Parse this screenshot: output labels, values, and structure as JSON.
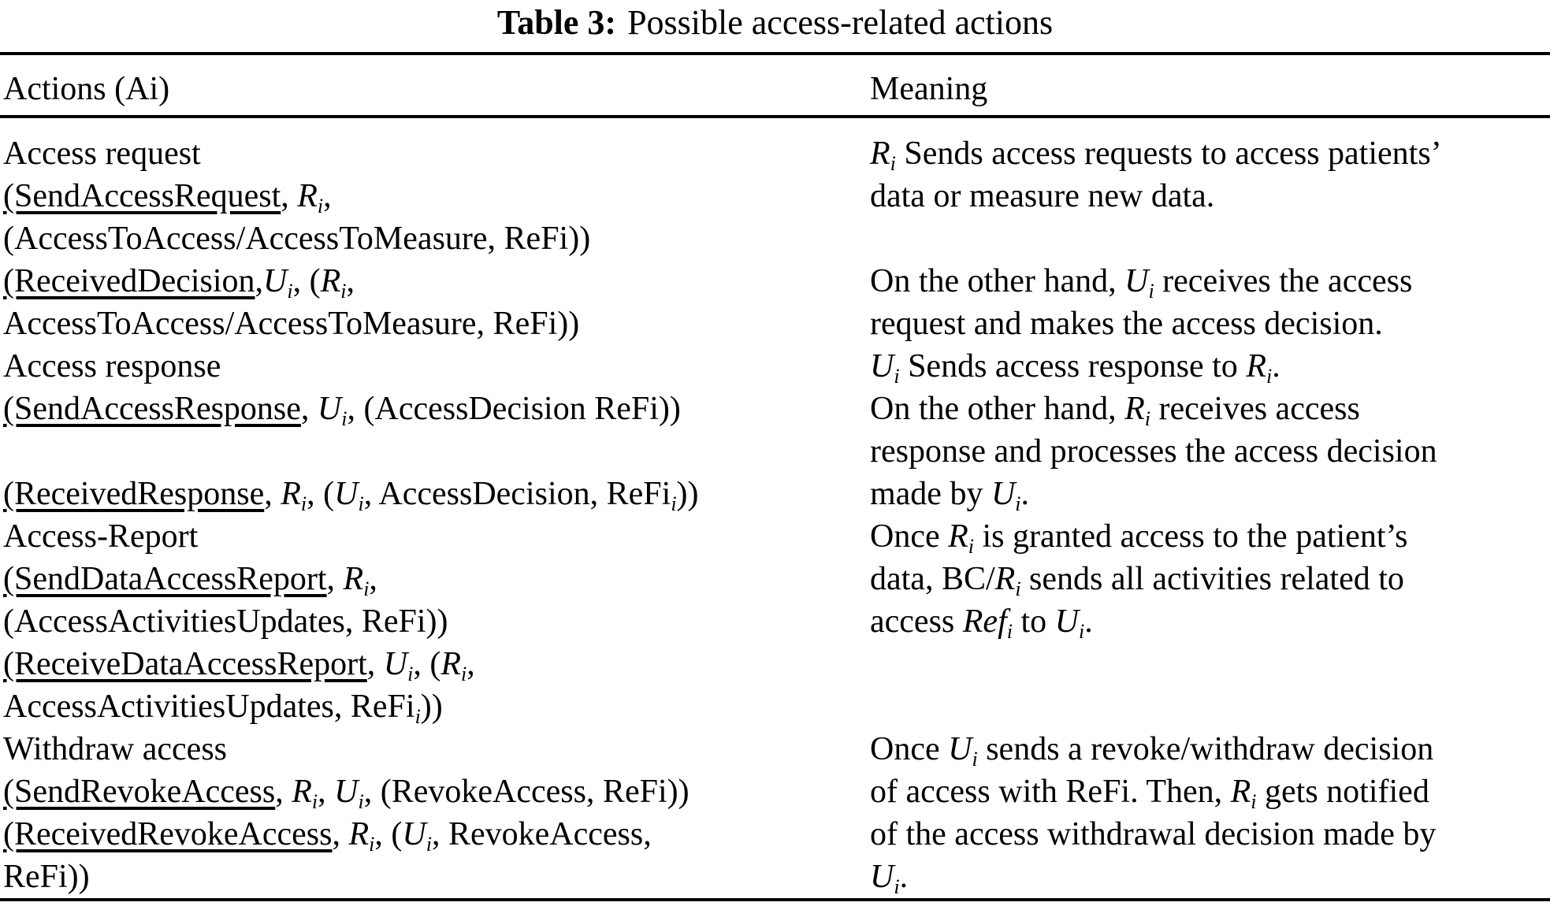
{
  "page": {
    "background": "#ffffff",
    "text_color": "#000000",
    "rule_color": "#000000"
  },
  "caption": {
    "label": "Table 3:",
    "text": "Possible access-related actions"
  },
  "columns": {
    "actions": "Actions (Ai)",
    "meaning": "Meaning"
  },
  "rows": [
    {
      "left": [
        {
          "t": "Access request"
        }
      ],
      "right": [
        {
          "t": "R",
          "i": true
        },
        {
          "t": "i",
          "sub": true
        },
        {
          "t": " Sends access requests to access patients’"
        }
      ]
    },
    {
      "left": [
        {
          "t": "(SendAccessRequest",
          "u": true
        },
        {
          "t": ", "
        },
        {
          "t": "R",
          "i": true
        },
        {
          "t": "i",
          "sub": true
        },
        {
          "t": ","
        }
      ],
      "right": [
        {
          "t": "data or measure new data."
        }
      ]
    },
    {
      "left": [
        {
          "t": "(AccessToAccess/AccessToMeasure, ReFi))"
        }
      ],
      "right": []
    },
    {
      "left": [
        {
          "t": "(ReceivedDecision",
          "u": true
        },
        {
          "t": ","
        },
        {
          "t": "U",
          "i": true
        },
        {
          "t": "i",
          "sub": true
        },
        {
          "t": ", ("
        },
        {
          "t": "R",
          "i": true
        },
        {
          "t": "i",
          "sub": true
        },
        {
          "t": ","
        }
      ],
      "right": [
        {
          "t": "On the other hand, "
        },
        {
          "t": "U",
          "i": true
        },
        {
          "t": "i",
          "sub": true
        },
        {
          "t": " receives the access"
        }
      ]
    },
    {
      "left": [
        {
          "t": "AccessToAccess/AccessToMeasure, ReFi))"
        }
      ],
      "right": [
        {
          "t": "request and makes the access decision."
        }
      ]
    },
    {
      "left": [
        {
          "t": "Access response"
        }
      ],
      "right": [
        {
          "t": "U",
          "i": true
        },
        {
          "t": "i",
          "sub": true
        },
        {
          "t": " Sends access response to "
        },
        {
          "t": "R",
          "i": true
        },
        {
          "t": "i",
          "sub": true
        },
        {
          "t": "."
        }
      ]
    },
    {
      "left": [
        {
          "t": "(SendAccessResponse",
          "u": true
        },
        {
          "t": ", "
        },
        {
          "t": "U",
          "i": true
        },
        {
          "t": "i",
          "sub": true
        },
        {
          "t": ", (AccessDecision ReFi))"
        }
      ],
      "right": [
        {
          "t": "On the other hand, "
        },
        {
          "t": "R",
          "i": true
        },
        {
          "t": "i",
          "sub": true
        },
        {
          "t": " receives access"
        }
      ]
    },
    {
      "left": [],
      "right": [
        {
          "t": "response and processes the access decision"
        }
      ]
    },
    {
      "left": [
        {
          "t": "(ReceivedResponse",
          "u": true
        },
        {
          "t": ", "
        },
        {
          "t": "R",
          "i": true
        },
        {
          "t": "i",
          "sub": true
        },
        {
          "t": ", ("
        },
        {
          "t": "U",
          "i": true
        },
        {
          "t": "i",
          "sub": true
        },
        {
          "t": ", AccessDecision, ReFi"
        },
        {
          "t": "i",
          "sub": true
        },
        {
          "t": "))"
        }
      ],
      "right": [
        {
          "t": "made by "
        },
        {
          "t": "U",
          "i": true
        },
        {
          "t": "i",
          "sub": true
        },
        {
          "t": "."
        }
      ]
    },
    {
      "left": [
        {
          "t": "Access-Report"
        }
      ],
      "right": [
        {
          "t": "Once "
        },
        {
          "t": "R",
          "i": true
        },
        {
          "t": "i",
          "sub": true
        },
        {
          "t": " is granted access to the patient’s"
        }
      ]
    },
    {
      "left": [
        {
          "t": "(SendDataAccessReport",
          "u": true
        },
        {
          "t": ", "
        },
        {
          "t": "R",
          "i": true
        },
        {
          "t": "i",
          "sub": true
        },
        {
          "t": ","
        }
      ],
      "right": [
        {
          "t": "data, BC/"
        },
        {
          "t": "R",
          "i": true
        },
        {
          "t": "i",
          "sub": true
        },
        {
          "t": " sends all activities related to"
        }
      ]
    },
    {
      "left": [
        {
          "t": "(AccessActivitiesUpdates, ReFi))"
        }
      ],
      "right": [
        {
          "t": "access "
        },
        {
          "t": "Ref",
          "i": true
        },
        {
          "t": "i",
          "sub": true
        },
        {
          "t": " to "
        },
        {
          "t": "U",
          "i": true
        },
        {
          "t": "i",
          "sub": true
        },
        {
          "t": "."
        }
      ]
    },
    {
      "left": [
        {
          "t": "(ReceiveDataAccessReport",
          "u": true
        },
        {
          "t": ", "
        },
        {
          "t": "U",
          "i": true
        },
        {
          "t": "i",
          "sub": true
        },
        {
          "t": ", ("
        },
        {
          "t": "R",
          "i": true
        },
        {
          "t": "i",
          "sub": true
        },
        {
          "t": ","
        }
      ],
      "right": []
    },
    {
      "left": [
        {
          "t": "AccessActivitiesUpdates, ReFi"
        },
        {
          "t": "i",
          "sub": true
        },
        {
          "t": "))"
        }
      ],
      "right": []
    },
    {
      "left": [
        {
          "t": "Withdraw access"
        }
      ],
      "right": [
        {
          "t": "Once "
        },
        {
          "t": "U",
          "i": true
        },
        {
          "t": "i",
          "sub": true
        },
        {
          "t": " sends a revoke/withdraw decision"
        }
      ]
    },
    {
      "left": [
        {
          "t": "(SendRevokeAccess",
          "u": true
        },
        {
          "t": ", "
        },
        {
          "t": "R",
          "i": true
        },
        {
          "t": "i",
          "sub": true
        },
        {
          "t": ", "
        },
        {
          "t": "U",
          "i": true
        },
        {
          "t": "i",
          "sub": true
        },
        {
          "t": ", (RevokeAccess, ReFi))"
        }
      ],
      "right": [
        {
          "t": "of access with ReFi. Then, "
        },
        {
          "t": "R",
          "i": true
        },
        {
          "t": "i",
          "sub": true
        },
        {
          "t": " gets notified"
        }
      ]
    },
    {
      "left": [
        {
          "t": "(ReceivedRevokeAccess",
          "u": true
        },
        {
          "t": ", "
        },
        {
          "t": "R",
          "i": true
        },
        {
          "t": "i",
          "sub": true
        },
        {
          "t": ", ("
        },
        {
          "t": "U",
          "i": true
        },
        {
          "t": "i",
          "sub": true
        },
        {
          "t": ", RevokeAccess,"
        }
      ],
      "right": [
        {
          "t": "of the access withdrawal decision made by"
        }
      ]
    },
    {
      "left": [
        {
          "t": "ReFi))"
        }
      ],
      "right": [
        {
          "t": "U",
          "i": true
        },
        {
          "t": "i",
          "sub": true
        },
        {
          "t": "."
        }
      ]
    }
  ]
}
